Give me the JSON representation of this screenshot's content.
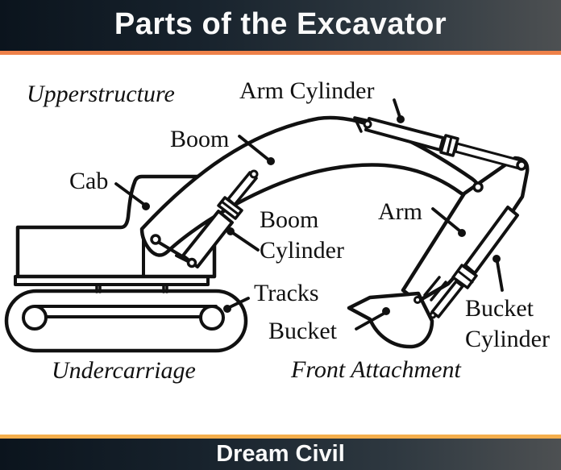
{
  "header": {
    "title": "Parts of the Excavator",
    "accent_color": "#ee8149",
    "background_gradient": [
      "#0b141d",
      "#4d5052"
    ],
    "text_color": "#fafafa"
  },
  "footer": {
    "brand": "Dream Civil",
    "accent_color": "#f4ae4c",
    "background_gradient": [
      "#0b141d",
      "#4d5052"
    ],
    "text_color": "#fafafa"
  },
  "diagram": {
    "stroke_color": "#111111",
    "background_color": "#ffffff",
    "labels": {
      "upperstructure": "Upperstructure",
      "arm_cylinder": "Arm Cylinder",
      "boom": "Boom",
      "cab": "Cab",
      "boom_cylinder_line1": "Boom",
      "boom_cylinder_line2": "Cylinder",
      "arm": "Arm",
      "tracks": "Tracks",
      "bucket": "Bucket",
      "bucket_cylinder_line1": "Bucket",
      "bucket_cylinder_line2": "Cylinder",
      "undercarriage": "Undercarriage",
      "front_attachment": "Front Attachment"
    }
  }
}
